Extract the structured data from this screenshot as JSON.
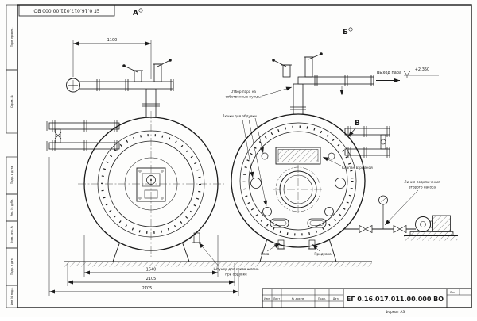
{
  "document": {
    "number": "ЕГ 0.16.017.011.00.000 ВО",
    "format": "Формат А3"
  },
  "stamps": {
    "top": "ЕГ 0.16.017.011.00.000 ВО",
    "side": [
      "Перв. примен.",
      "Справ. №",
      "Подп. и дата",
      "Инв. № дубл.",
      "Взам. инв. №",
      "Подп. и дата",
      "Инв. № подл."
    ]
  },
  "views": {
    "a": "А",
    "b": "Б",
    "v": "В"
  },
  "dims": {
    "top_width": "1100",
    "diameter": "1640",
    "length_mid": "2105",
    "length_total": "2705",
    "elevation": "+2,350"
  },
  "labels": {
    "steam_out": "Выход пара",
    "steam_own_1": "Отбор пара на",
    "steam_own_2": "собственные нужды",
    "hatches": "Лючки для обдувки",
    "explosion_valve": "Клапан взрывной",
    "pump_line_1": "Линия подключения",
    "pump_line_2": "второго насоса",
    "drain": "Слив",
    "blowdown": "Продувка",
    "sludge_1": "Штуцер для слива шлама",
    "sludge_2": "при обдувке"
  },
  "title_block": {
    "cols": [
      "Изм.",
      "Лист",
      "№ докум.",
      "Подп.",
      "Дата"
    ],
    "number": "ЕГ 0.16.017.011.00.000 ВО",
    "sheet_label": "Лист"
  }
}
